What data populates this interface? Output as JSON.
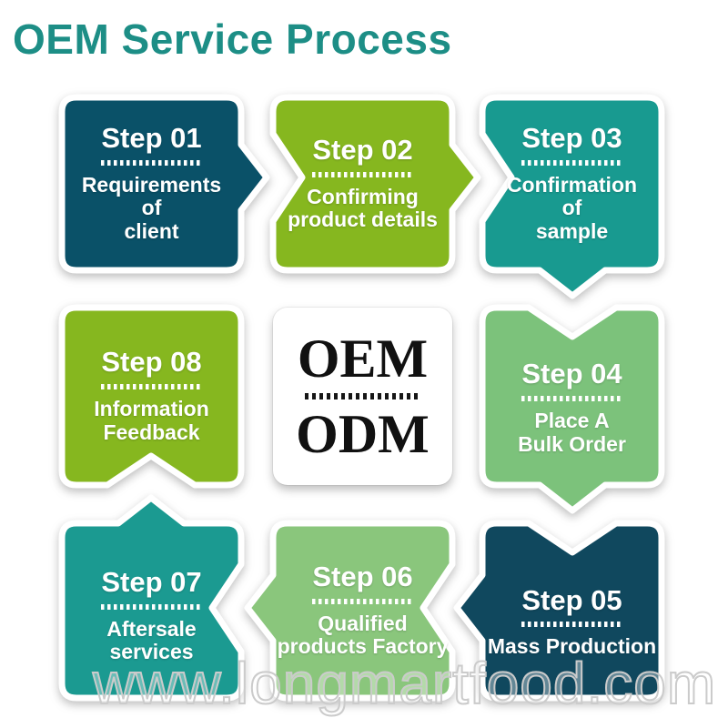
{
  "title": "OEM Service Process",
  "title_color": "#1d8e86",
  "center": {
    "line1": "OEM",
    "line2": "ODM"
  },
  "watermark": "www.longmartfood.com",
  "steps": [
    {
      "id": "01",
      "title": "Step 01",
      "description": "Requirements\nof\nclient",
      "color": "#0a5168"
    },
    {
      "id": "02",
      "title": "Step 02",
      "description": "Confirming\nproduct details",
      "color": "#86b71f"
    },
    {
      "id": "03",
      "title": "Step 03",
      "description": "Confirmation\nof\nsample",
      "color": "#189a90"
    },
    {
      "id": "04",
      "title": "Step 04",
      "description": "Place A\nBulk Order",
      "color": "#7cc27b"
    },
    {
      "id": "05",
      "title": "Step 05",
      "description": "Mass Production",
      "color": "#10485e"
    },
    {
      "id": "06",
      "title": "Step 06",
      "description": "Qualified\nproducts Factory",
      "color": "#8ac67c"
    },
    {
      "id": "07",
      "title": "Step 07",
      "description": "Aftersale\nservices",
      "color": "#1b9a91"
    },
    {
      "id": "08",
      "title": "Step 08",
      "description": "Information\nFeedback",
      "color": "#86b71f"
    }
  ]
}
